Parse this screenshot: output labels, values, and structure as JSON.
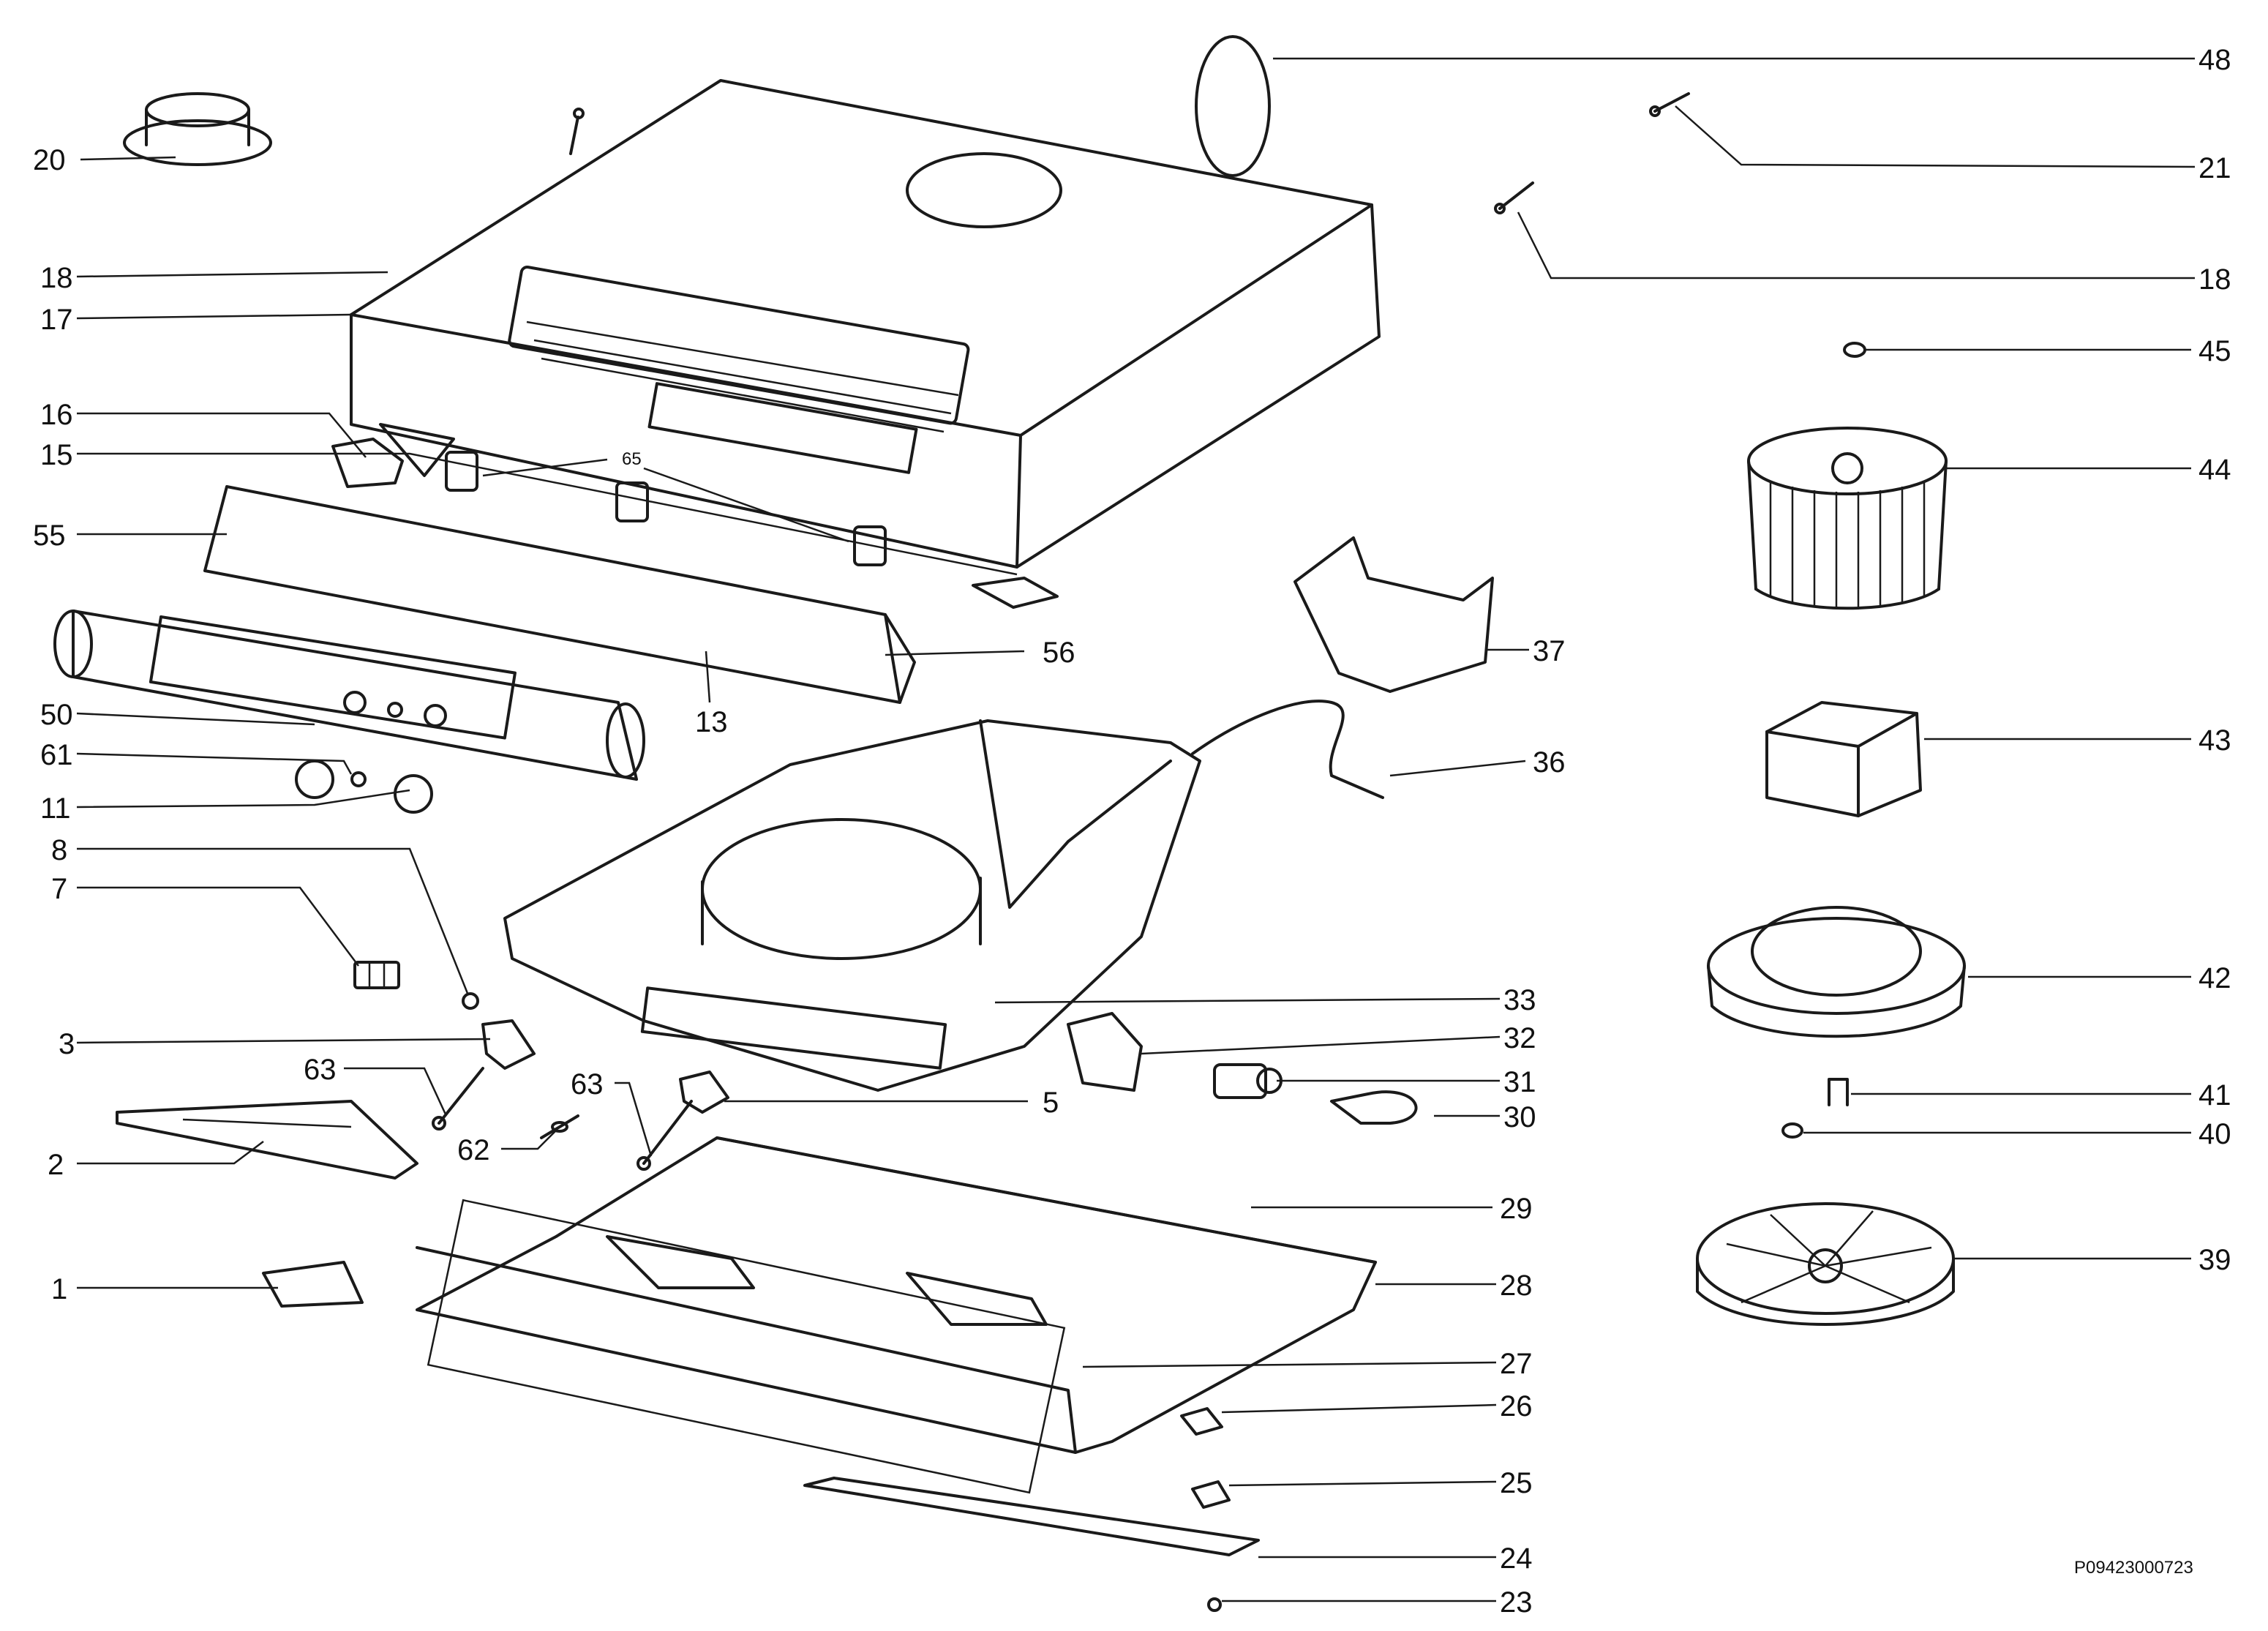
{
  "drawing_code": "P09423000723",
  "callouts": {
    "c20": "20",
    "c18a": "18",
    "c17": "17",
    "c16": "16",
    "c15": "15",
    "c55": "55",
    "c50": "50",
    "c61": "61",
    "c11": "11",
    "c8": "8",
    "c7": "7",
    "c3": "3",
    "c63a": "63",
    "c2": "2",
    "c62": "62",
    "c63b": "63",
    "c1": "1",
    "c65": "65",
    "c13": "13",
    "c56": "56",
    "c5": "5",
    "c48": "48",
    "c21": "21",
    "c18b": "18",
    "c45": "45",
    "c44": "44",
    "c37": "37",
    "c43": "43",
    "c36": "36",
    "c42": "42",
    "c33": "33",
    "c32": "32",
    "c31": "31",
    "c30": "30",
    "c41": "41",
    "c40": "40",
    "c29": "29",
    "c39": "39",
    "c28": "28",
    "c27": "27",
    "c26": "26",
    "c25": "25",
    "c24": "24",
    "c23": "23"
  }
}
